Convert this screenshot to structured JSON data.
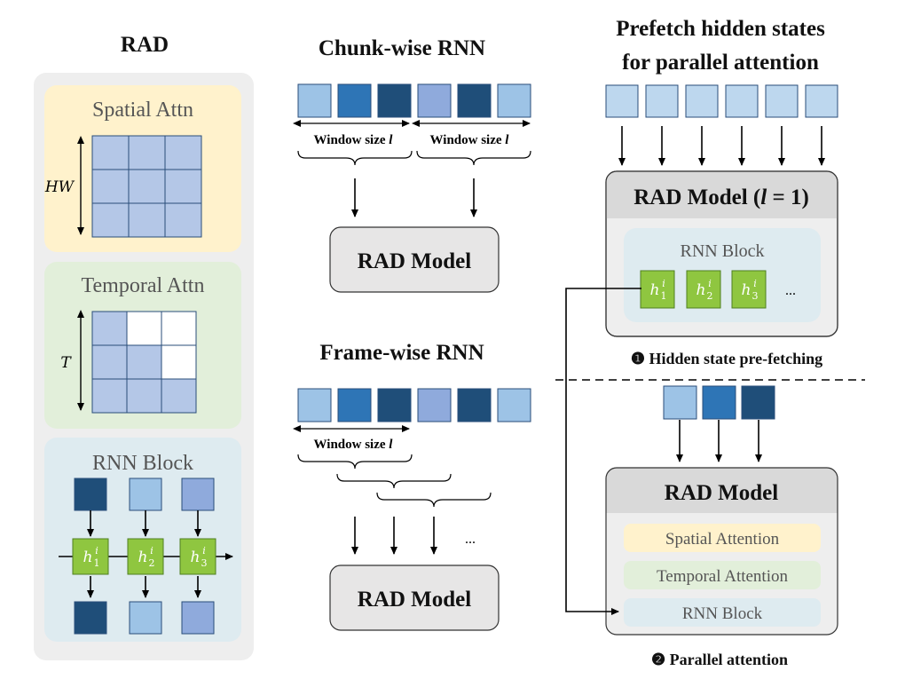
{
  "left": {
    "title": "RAD",
    "spatial": {
      "label": "Spatial Attn",
      "dim": "HW"
    },
    "temporal": {
      "label": "Temporal Attn",
      "dim": "T"
    },
    "rnn": {
      "label": "RNN Block",
      "hidden": [
        "1",
        "2",
        "3"
      ]
    }
  },
  "chunk": {
    "title": "Chunk-wise RNN",
    "window_label": "Window size",
    "window_var": "l",
    "model": "RAD Model"
  },
  "frame": {
    "title": "Frame-wise RNN",
    "window_label": "Window size",
    "window_var": "l",
    "ellipsis": "...",
    "model": "RAD Model"
  },
  "right": {
    "title_line1": "Prefetch hidden states",
    "title_line2": "for parallel attention",
    "model_top_prefix": "RAD Model (",
    "model_top_var": "l",
    "model_top_suffix": " = 1)",
    "rnn_block": "RNN Block",
    "ellipsis": "...",
    "step1_marker": "❶",
    "step1": "Hidden state pre-fetching",
    "model_bottom": "RAD Model",
    "layers": [
      "Spatial Attention",
      "Temporal Attention",
      "RNN Block"
    ],
    "step2_marker": "❷",
    "step2": "Parallel attention"
  },
  "hidden_state": {
    "base": "h",
    "sup": "i"
  },
  "colors": {
    "light": "#9dc3e6",
    "mid": "#2e75b6",
    "dark": "#1f4e79",
    "periwinkle": "#8faadc",
    "pale": "#bdd7ee",
    "grid_cell": "#b4c7e7",
    "green": "#8fc640",
    "spatial_bg": "#fff2cc",
    "temporal_bg": "#e2efda",
    "rnn_bg": "#deebf0",
    "panel_gray": "#eeeeee",
    "model_gray": "#e7e6e6"
  }
}
